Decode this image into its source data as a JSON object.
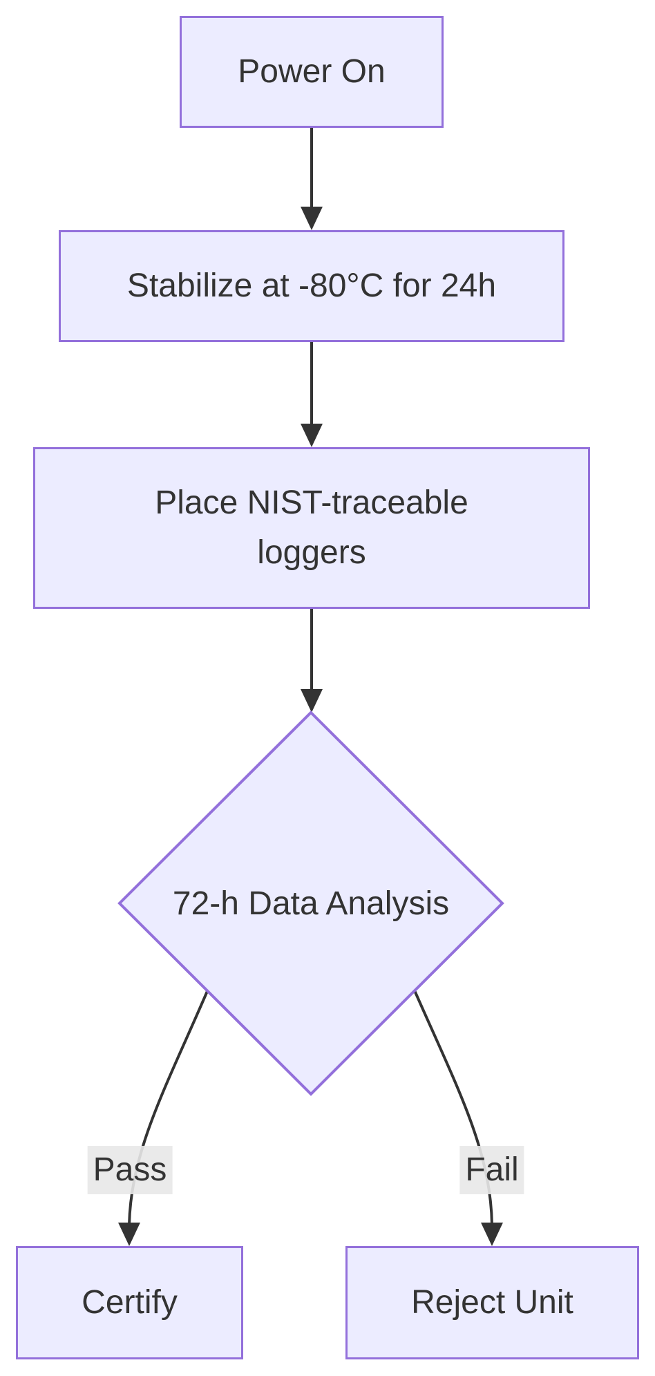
{
  "diagram": {
    "type": "flowchart",
    "direction": "top-down",
    "nodes": [
      {
        "id": "power_on",
        "label": "Power On",
        "shape": "rectangle"
      },
      {
        "id": "stabilize",
        "label": "Stabilize at -80°C for 24h",
        "shape": "rectangle"
      },
      {
        "id": "loggers",
        "label": "Place NIST-traceable loggers",
        "shape": "rectangle"
      },
      {
        "id": "analysis",
        "label": "72-h Data Analysis",
        "shape": "diamond"
      },
      {
        "id": "certify",
        "label": "Certify",
        "shape": "rectangle"
      },
      {
        "id": "reject",
        "label": "Reject Unit",
        "shape": "rectangle"
      }
    ],
    "edges": [
      {
        "from": "power_on",
        "to": "stabilize",
        "label": ""
      },
      {
        "from": "stabilize",
        "to": "loggers",
        "label": ""
      },
      {
        "from": "loggers",
        "to": "analysis",
        "label": ""
      },
      {
        "from": "analysis",
        "to": "certify",
        "label": "Pass"
      },
      {
        "from": "analysis",
        "to": "reject",
        "label": "Fail"
      }
    ],
    "colors": {
      "node_fill": "#ECECFF",
      "node_border": "#9370DB",
      "edge_stroke": "#333333",
      "text": "#333333",
      "edge_label_bg": "#e8e8e8",
      "background": "#ffffff"
    }
  }
}
